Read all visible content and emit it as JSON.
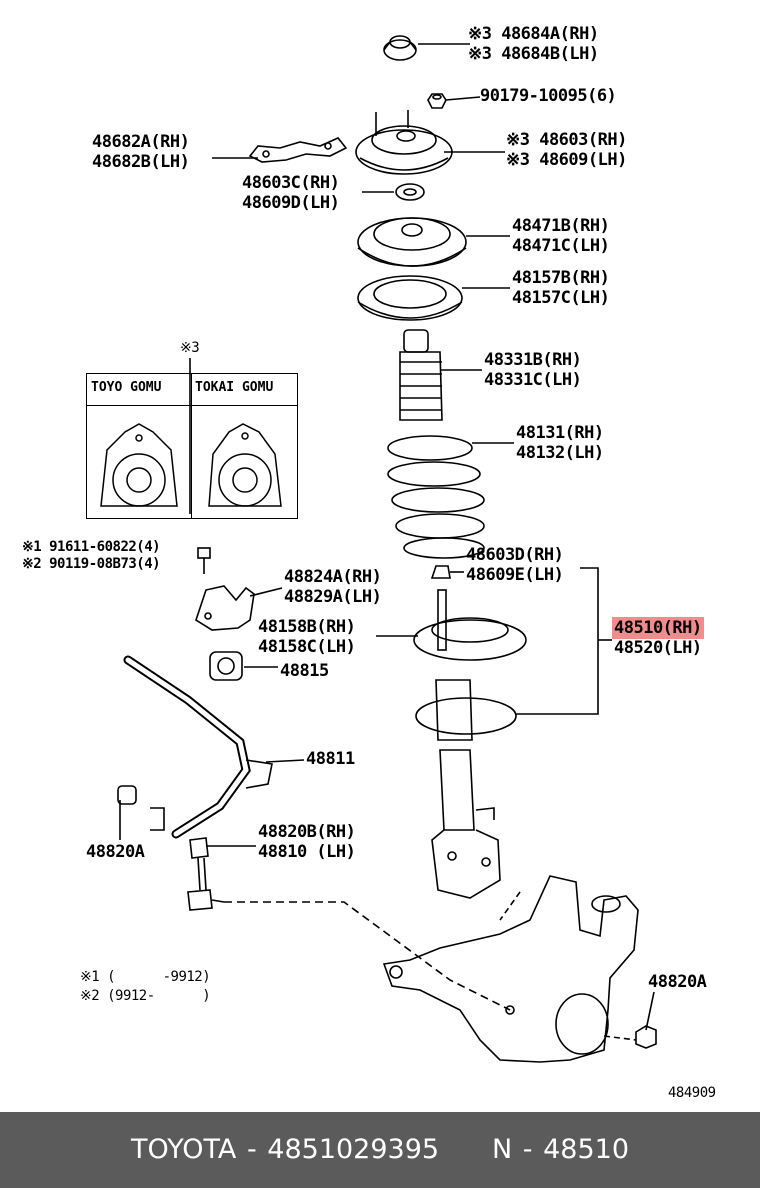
{
  "labels": {
    "p48684": [
      "※3 48684A(RH)",
      "※3 48684B(LH)"
    ],
    "p90179": "90179-10095(6)",
    "p48682": [
      "48682A(RH)",
      "48682B(LH)"
    ],
    "p48603": [
      "※3 48603(RH)",
      "※3 48609(LH)"
    ],
    "p48603c": [
      "48603C(RH)",
      "48609D(LH)"
    ],
    "p48471": [
      "48471B(RH)",
      "48471C(LH)"
    ],
    "p48157": [
      "48157B(RH)",
      "48157C(LH)"
    ],
    "inset_mark": "※3",
    "p48331": [
      "48331B(RH)",
      "48331C(LH)"
    ],
    "p48131": [
      "48131(RH)",
      "48132(LH)"
    ],
    "p91611": [
      "※1 91611-60822(4)",
      "※2 90119-08B73(4)"
    ],
    "p48603d": [
      "48603D(RH)",
      "48609E(LH)"
    ],
    "p48824": [
      "48824A(RH)",
      "48829A(LH)"
    ],
    "p48510": [
      "48510(RH)",
      "48520(LH)"
    ],
    "p48158": [
      "48158B(RH)",
      "48158C(LH)"
    ],
    "p48815": "48815",
    "p48811": "48811",
    "p48820a_left": "48820A",
    "p48820b": [
      "48820B(RH)",
      "48810 (LH)"
    ],
    "p48820a_right": "48820A",
    "note1": "※1 (      -9912)",
    "note2": "※2 (9912-      )",
    "diagram_code": "484909"
  },
  "inset": {
    "headers": [
      "TOYO GOMU",
      "TOKAI GOMU"
    ]
  },
  "highlight_color": "#f08c8c",
  "footer": {
    "brand": "TOYOTA",
    "part_number": "4851029395",
    "ref_prefix": "N",
    "ref_code": "48510",
    "background": "#5b5b5b"
  }
}
